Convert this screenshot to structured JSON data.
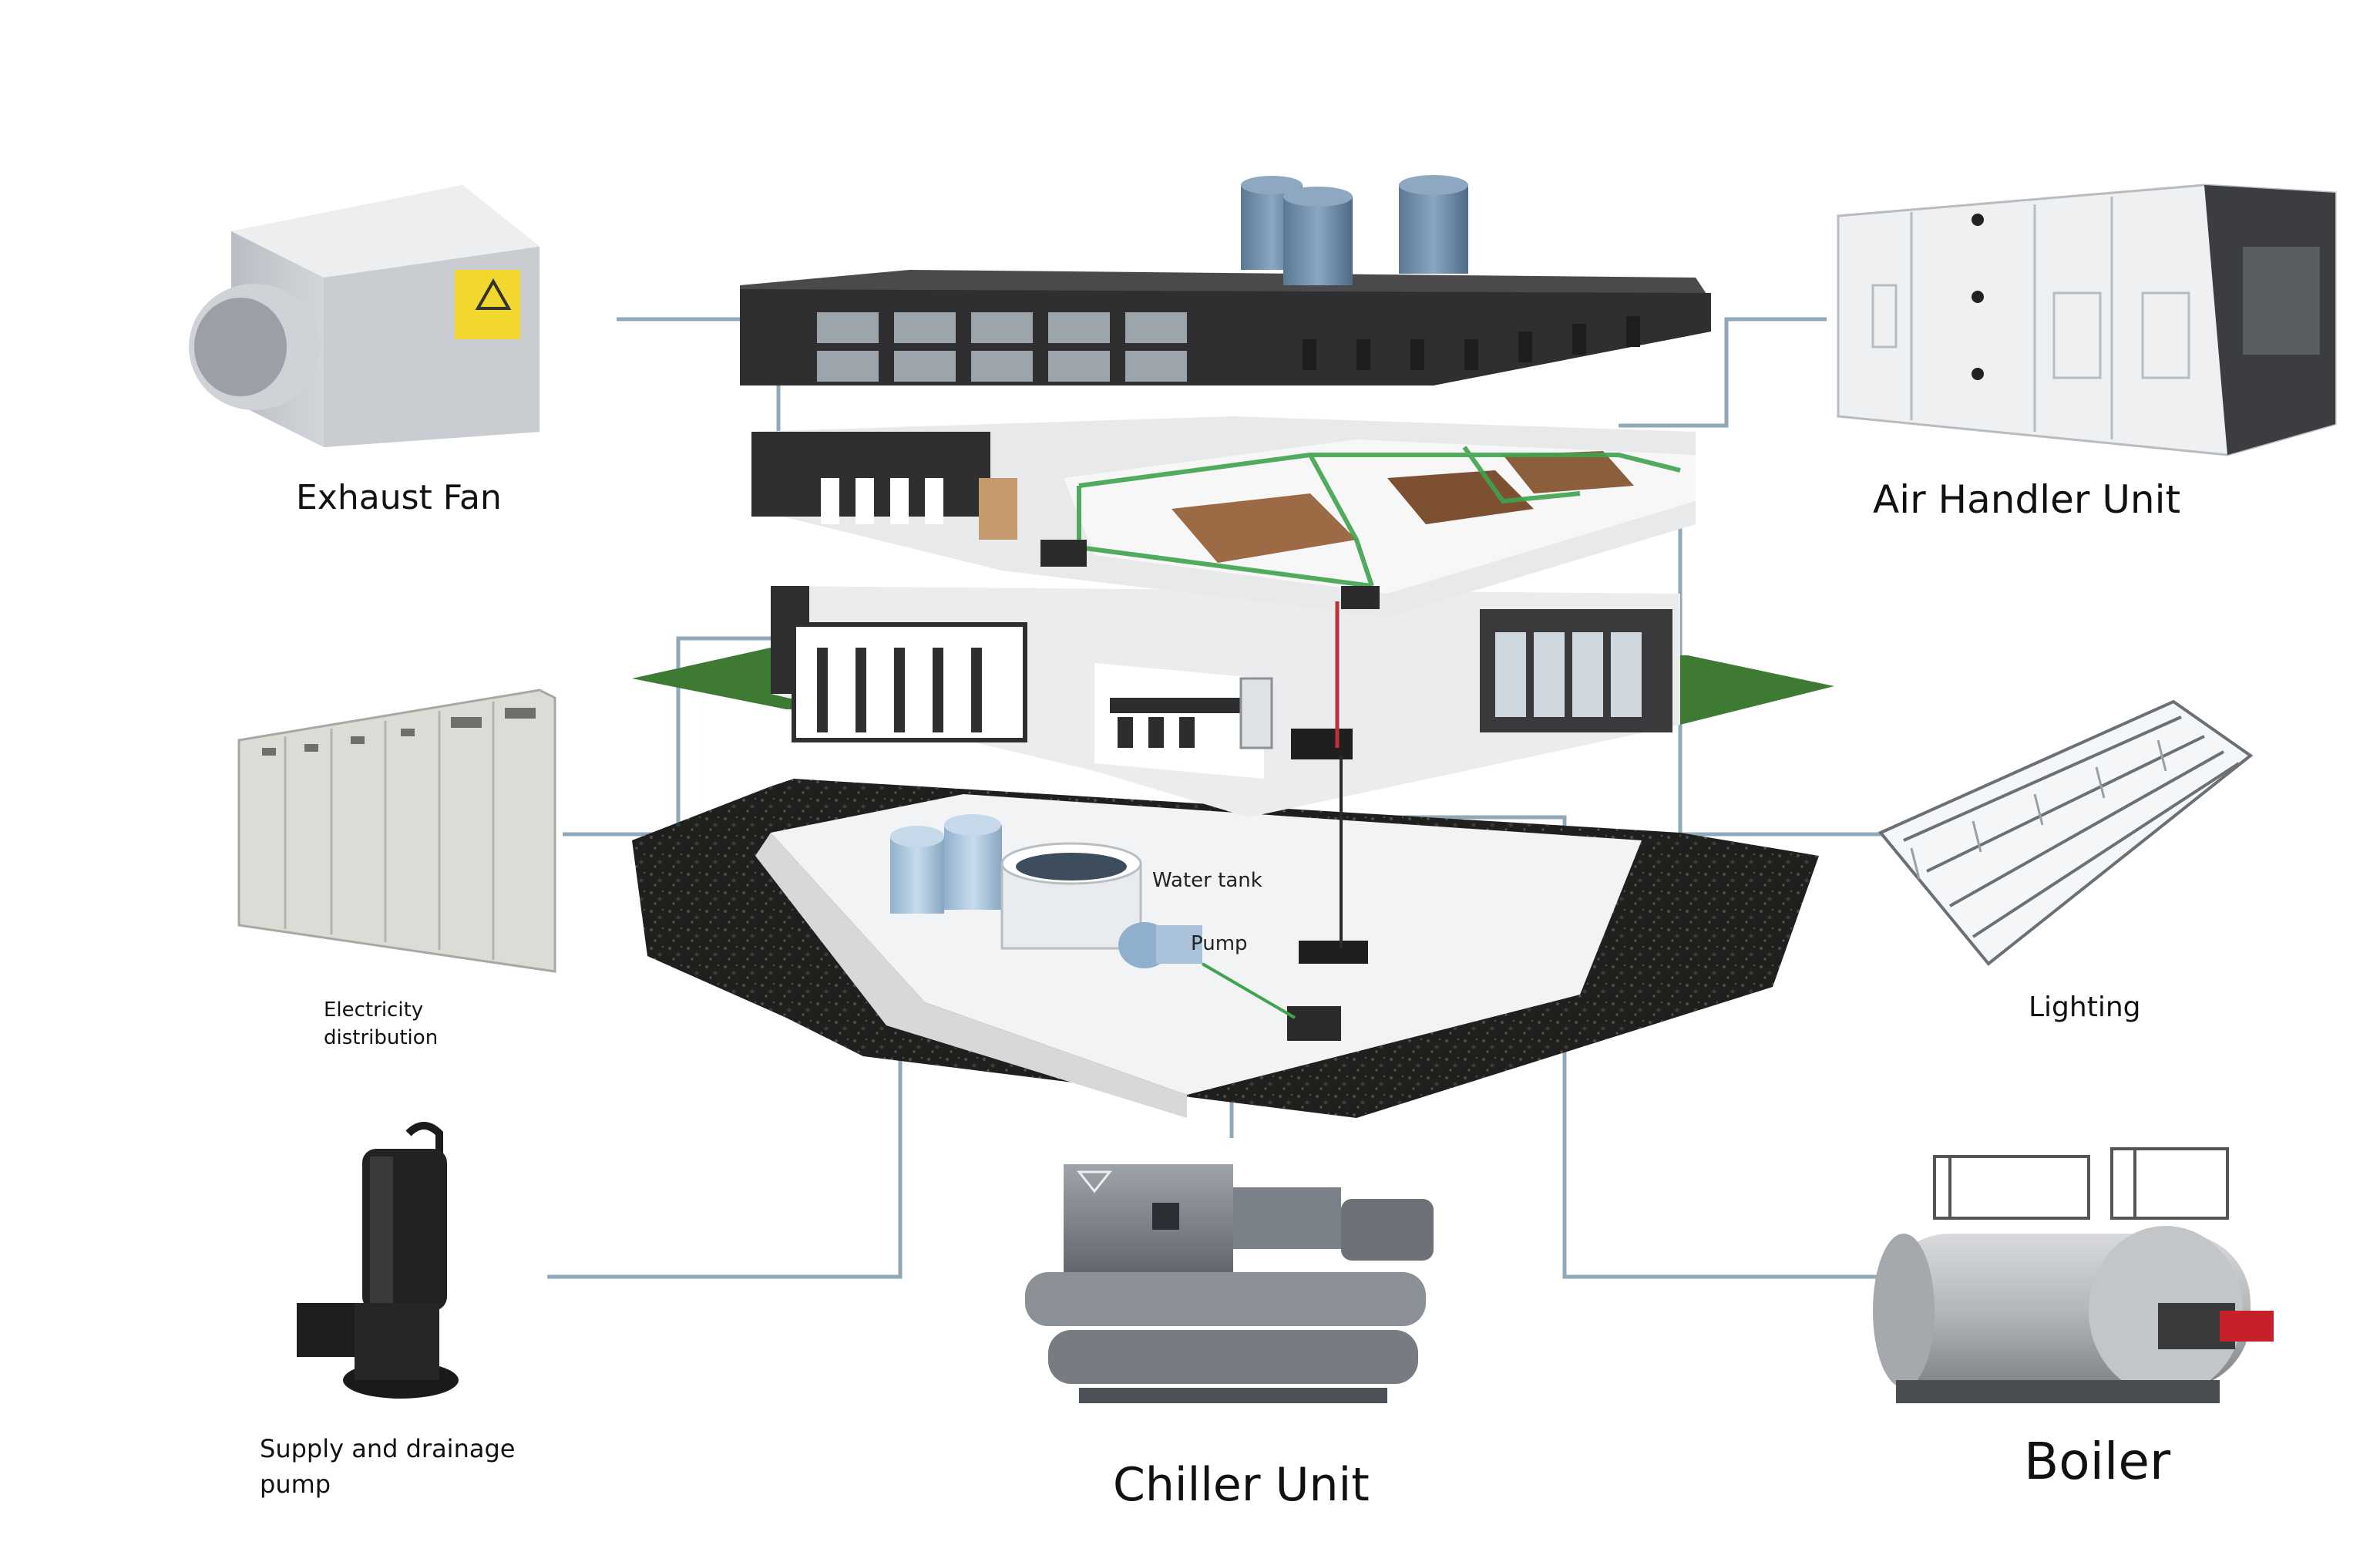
{
  "labels": {
    "exhaust_fan": "Exhaust Fan",
    "air_handler": "Air Handler Unit",
    "electricity": "Electricity\ndistribution",
    "lighting": "Lighting",
    "pump": "Supply and drainage\npump",
    "chiller": "Chiller Unit",
    "boiler": "Boiler"
  },
  "building_tags": {
    "water_tank": "Water tank",
    "pump": "Pump"
  },
  "colors": {
    "connector_line": "#8fa9b8",
    "pipe_green": "#3fa34d",
    "pipe_red": "#c0303a",
    "soil": "#1d1d1b",
    "roof": "#3c3c3e",
    "tank_blue": "#6e8aa8"
  }
}
